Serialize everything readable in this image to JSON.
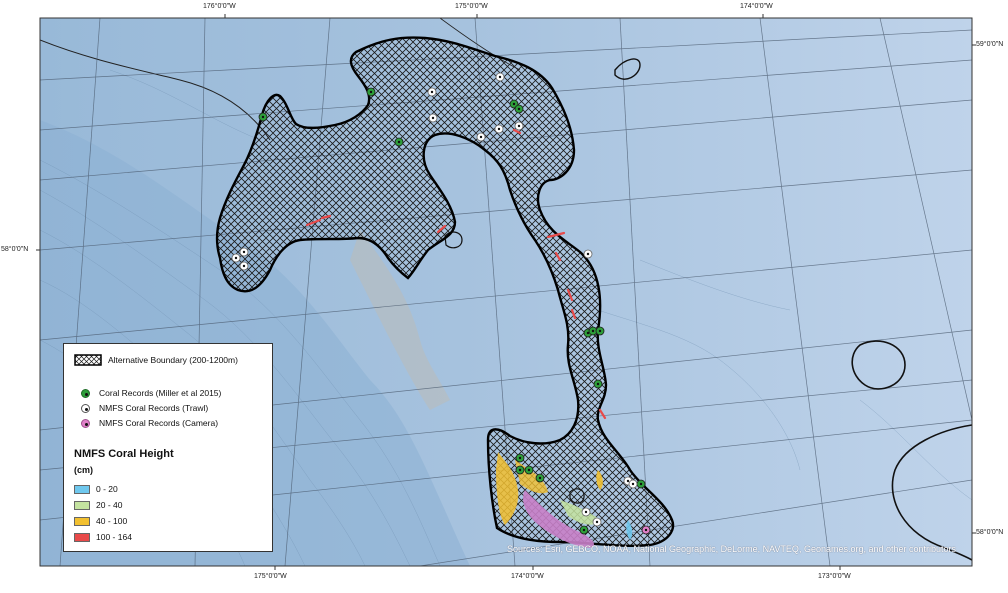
{
  "map": {
    "longitude_labels_top": [
      "176°0'0\"W",
      "175°0'0\"W",
      "174°0'0\"W"
    ],
    "longitude_labels_bottom": [
      "175°0'0\"W",
      "174°0'0\"W",
      "173°0'0\"W"
    ],
    "latitude_labels_left": [
      "58°0'0\"N"
    ],
    "latitude_labels_right": [
      "59°0'0\"N",
      "58°0'0\"N"
    ],
    "attribution": "Sources: Esri, GEBCO, NOAA, National Geographic, DeLorme, NAVTEQ, Geonames.org, and other contributors"
  },
  "legend": {
    "boundary_label": "Alternative Boundary (200-1200m)",
    "points": [
      {
        "label": "Coral Records (Miller et al 2015)",
        "color": "#2e9e3a"
      },
      {
        "label": "NMFS Coral Records (Trawl)",
        "color": "#ffffff"
      },
      {
        "label": "NMFS Coral Records (Camera)",
        "color": "#e080c8"
      }
    ],
    "height_title": "NMFS Coral Height",
    "height_unit": "(cm)",
    "height_classes": [
      {
        "label": "0 - 20",
        "color": "#6fc8ee"
      },
      {
        "label": "20 - 40",
        "color": "#c4e3a0"
      },
      {
        "label": "40 - 100",
        "color": "#f2c030"
      },
      {
        "label": "100 - 164",
        "color": "#e84a4a"
      }
    ]
  },
  "colors": {
    "ocean": "#a9c4df",
    "ocean_deep": "#bcd2ea",
    "shelf": "#8fb3d6",
    "grid": "#55667a",
    "boundary": "#0a0a0a"
  }
}
